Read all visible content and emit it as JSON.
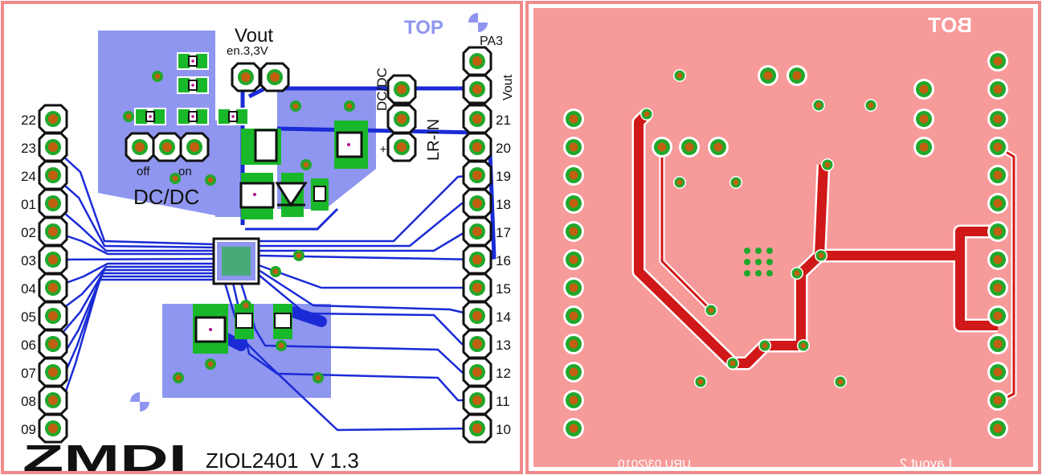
{
  "top_panel": {
    "layer_label": "TOP",
    "header_name": "Vout",
    "header_sub": "en.3,3V",
    "switch_off": "off",
    "switch_on": "on",
    "switch_title": "DC/DC",
    "pin_pa3": "PA3",
    "pin_vout": "Vout",
    "vert_dcdc": "DC/DC",
    "vert_lrin": "LR-IN",
    "plus_sign": "+",
    "logo": "ZMDI",
    "product": "ZIOL2401  V 1.3",
    "left_pins": [
      "22",
      "23",
      "24",
      "01",
      "02",
      "03",
      "04",
      "05",
      "06",
      "07",
      "08",
      "09"
    ],
    "right_pins": [
      "21",
      "20",
      "19",
      "18",
      "17",
      "16",
      "15",
      "14",
      "13",
      "12",
      "11",
      "10"
    ]
  },
  "bottom_panel": {
    "layer_label": "BOT",
    "author_date": "URU 03/2010",
    "layout_name": "Layout 2"
  },
  "colors": {
    "board_top": "#ffffff",
    "board_bot": "#f79a9a",
    "border": "#f08a8a",
    "copper_top": "#1a2bd6",
    "pour_top": "#8f96f0",
    "copper_bot": "#d01818",
    "pad_copper": "#c06010",
    "pad_ring": "#1fa82a",
    "smd_pad": "#19b82a",
    "silk_dark": "#111111"
  }
}
